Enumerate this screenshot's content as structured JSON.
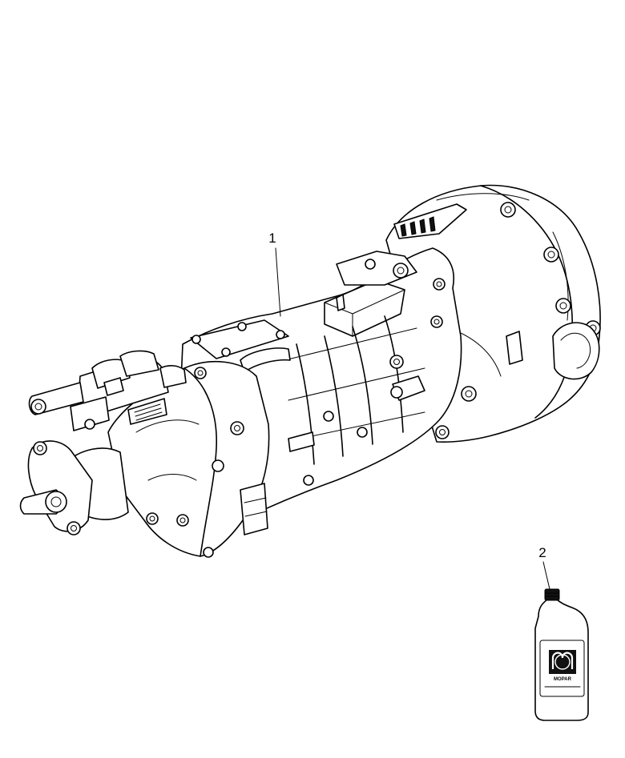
{
  "callouts": [
    {
      "label": "1"
    },
    {
      "label": "2"
    }
  ],
  "bottle_logo": {
    "brand_text": "MOPAR"
  },
  "colors": {
    "line": "#000000",
    "background": "#ffffff"
  }
}
